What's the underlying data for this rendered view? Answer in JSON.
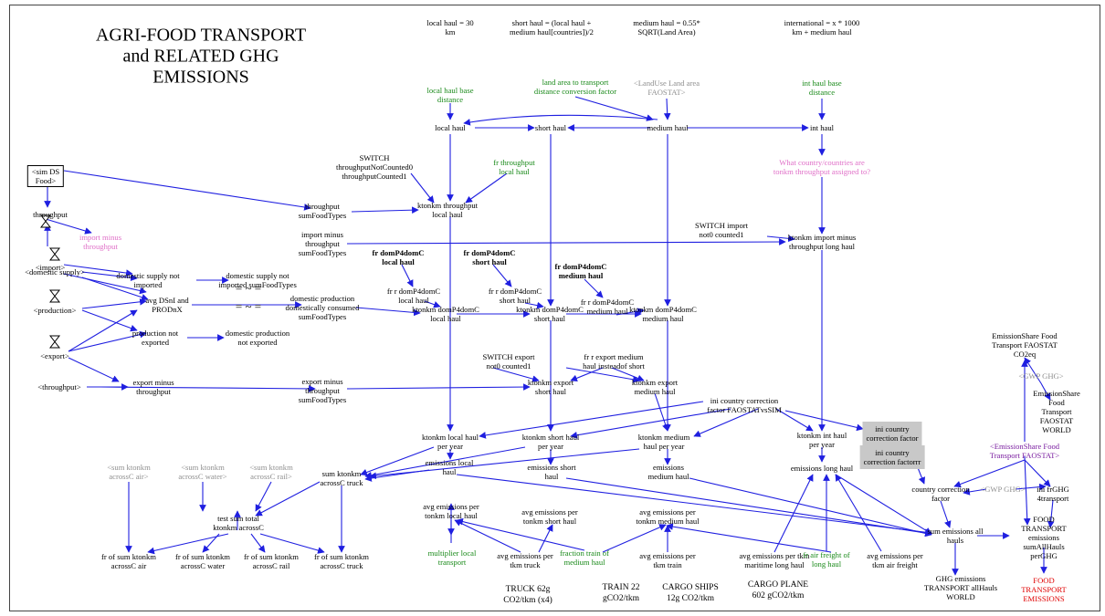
{
  "diagram": {
    "title": "AGRI-FOOD TRANSPORT\nand RELATED GHG\nEMISSIONS",
    "notes": {
      "local_haul": "local haul = 30\nkm",
      "short_haul": "short haul = (local haul +\nmedium haul[countries])/2",
      "medium_haul": "medium haul = 0.55*\nSQRT(Land Area)",
      "international": "international = x * 1000\nkm + medium haul",
      "truck": "TRUCK 62g\nCO2/tkm (x4)",
      "train": "TRAIN 22\ngCO2/tkm",
      "ships": "CARGO SHIPS\n12g CO2/tkm",
      "plane": "CARGO PLANE\n602 gCO2/tkm"
    },
    "nodes": {
      "local_haul_base": "local haul base\ndistance",
      "land_area_factor": "land area to transport\ndistance conversion factor",
      "landuse_faostat": "<LandUse Land area\nFAOSTAT>",
      "int_haul_base": "int haul base\ndistance",
      "local_haul": "local haul",
      "short_haul": "short haul",
      "medium_haul": "medium haul",
      "int_haul": "int haul",
      "switch_throughput": "SWITCH\nthroughputNotCounted0\nthroughputCounted1",
      "fr_throughput_local": "fr throughput\nlocal haul",
      "which_country": "What country/countries are\ntonkm throughput assigned to?",
      "sim_ds_food": "<sim DS\nFood>",
      "throughput": "throughput",
      "throughput_sum": "throughput\nsumFoodTypes",
      "ktonkm_throughput_local": "ktonkm throughput\nlocal haul",
      "switch_import": "SWITCH import\nnot0 counted1",
      "import_minus_throughput": "import minus\nthroughput",
      "import_minus_throughput_sum": "import minus\nthroughput\nsumFoodTypes",
      "ktonkm_import_long": "ktonkm import minus\nthroughput long haul",
      "import": "<import>",
      "fr_dom_local_b": "fr domP4domC\nlocal haul",
      "fr_dom_short_b": "fr domP4domC\nshort haul",
      "fr_dom_medium_b": "fr domP4domC\nmedium haul",
      "fr_r_dom_local": "fr r domP4domC\nlocal haul",
      "fr_r_dom_short": "fr r domP4domC\nshort haul",
      "fr_r_dom_medium": "fr r domP4domC\nmedium haul",
      "domestic_supply": "<domestic supply>",
      "dom_supply_not_imported": "domestic supply not\nimported",
      "dom_supply_not_imported_sum": "domestic supply not\nimported sumFoodTypes",
      "avg_dsnl_prodnx": "avg DSnI and\nPRODnX",
      "dom_prod_consumed_sum": "domestic production\ndomestically consumed\nsumFoodTypes",
      "ktonkm_dom_local": "ktonkm domP4domC\nlocal haul",
      "ktonkm_dom_short": "ktonkm domP4domC\nshort haul",
      "ktonkm_dom_medium": "ktonkm domP4domC\nmedium haul",
      "production": "<production>",
      "production_not_exported": "production not\nexported",
      "dom_prod_not_exported": "domestic production\nnot exported",
      "export": "<export>",
      "switch_export": "SWITCH export\nnot0 counted1",
      "fr_r_export_medium": "fr r export medium\nhaul insteadof short",
      "throughput_ref": "<throughput>",
      "export_minus_throughput": "export minus\nthroughput",
      "export_minus_throughput_sum": "export minus\nthroughput\nsumFoodTypes",
      "ktonkm_export_short": "ktonkm export\nshort haul",
      "ktonkm_export_medium": "ktonkm export\nmedium haul",
      "ini_country_corr_faostat": "ini country correction\nfactor FAOSTATvsSIM",
      "emission_share_co2eq": "EmissionShare Food\nTransport FAOSTAT\nCO2eq",
      "gwp_ghg_top": "<GWP GHG>",
      "emission_share_world": "EmissionShare Food\nTransport FAOSTAT\nWORLD",
      "ktonkm_local_year": "ktonkm local haul\nper year",
      "ktonkm_short_year": "ktonkm short haul\nper year",
      "ktonkm_medium_year": "ktonkm medium\nhaul per year",
      "ktonkm_int_year": "ktonkm int haul\nper year",
      "ini_country_corr_factor": "ini country\ncorrection factor",
      "ini_country_corr_factorrr": "ini country\ncorrection factorrr",
      "emission_share_faostat": "<EmissionShare Food\nTransport FAOSTAT>",
      "sum_ktonkm_air": "<sum ktonkm\nacrossC air>",
      "sum_ktonkm_water": "<sum ktonkm\nacrossC water>",
      "sum_ktonkm_rail": "<sum ktonkm\nacrossC rail>",
      "sum_ktonkm_truck": "sum ktonkm\nacrossC truck",
      "emissions_local": "emissions local\nhaul",
      "emissions_short": "emissions short\nhaul",
      "emissions_medium": "emissions\nmedium haul",
      "emissions_long": "emissions long haul",
      "test_sum_total": "test sum total\nktonkm acrossC",
      "avg_em_local": "avg emissions per\ntonkm local haul",
      "avg_em_short": "avg emissions per\ntonkm short haul",
      "avg_em_medium": "avg emissions per\ntonkm medium haul",
      "country_corr_factor": "country correction\nfactor",
      "gwp_ghg_bottom": "<GWP GHG>",
      "ini_frghg": "ini frGHG\n4transport",
      "sum_emissions_all": "sum emissions all\nhauls",
      "food_transport_sum": "FOOD TRANSPORT\nemissions sumAllHauls\nperGHG",
      "fr_sum_air": "fr of sum ktonkm\nacrossC air",
      "fr_sum_water": "fr of sum ktonkm\nacrossC water",
      "fr_sum_rail": "fr of sum ktonkm\nacrossC rail",
      "fr_sum_truck": "fr of sum ktonkm\nacrossC truck",
      "multiplier_local": "multiplier local\ntransport",
      "avg_em_truck": "avg emissions per\ntkm truck",
      "fraction_train": "fraction train of\nmedium haul",
      "avg_em_train": "avg emissions per\ntkm train",
      "avg_em_maritime": "avg emissions per tkm\nmaritime long haul",
      "fr_air_freight": "fr air freight of\nlong haul",
      "avg_em_air": "avg emissions per\ntkm air freight",
      "ghg_emissions_world": "GHG emissions\nTRANSPORT allHauls\nWORLD",
      "food_transport_emissions": "FOOD\nTRANSPORT\nEMISSIONS"
    },
    "symbols": {
      "approx1": "= ~ =",
      "approx2": "= ~ ="
    },
    "colors": {
      "arrow": "#1f1fe0",
      "constant": "#1a8a1a",
      "shadow": "#8f8f8f",
      "comment": "#e070c8",
      "highlight": "#7a1ea0",
      "output": "#e00000"
    }
  }
}
